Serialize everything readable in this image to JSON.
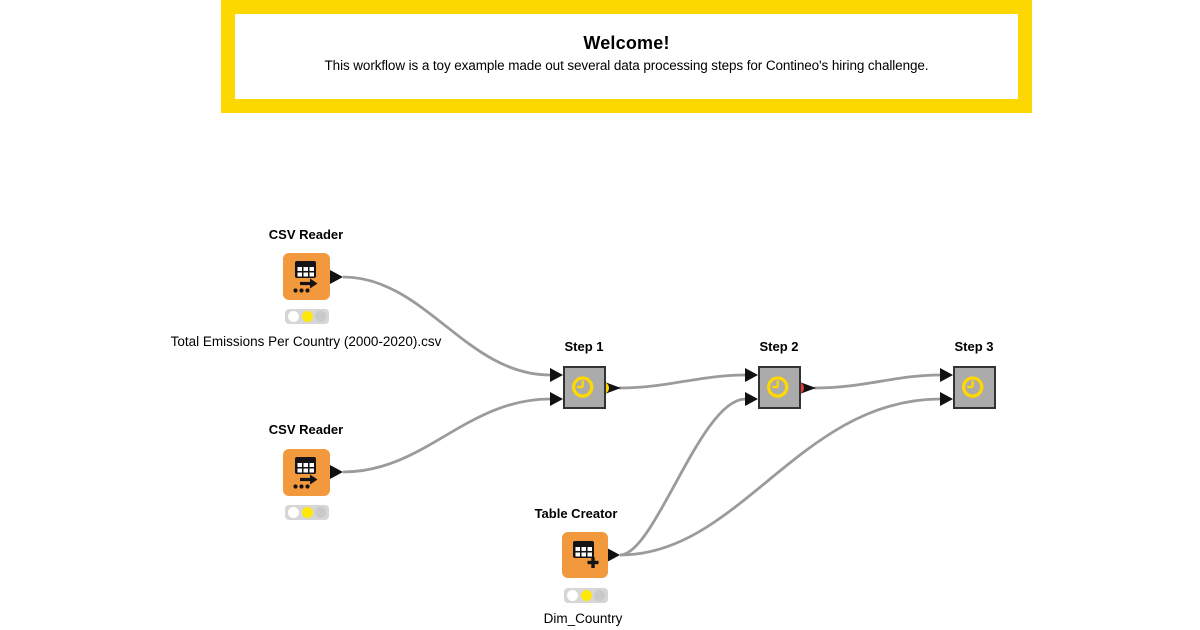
{
  "annotation": {
    "title": "Welcome!",
    "body": "This workflow is a toy example made out several data processing steps for Contineo's hiring challenge."
  },
  "nodes": [
    {
      "id": "csv-reader-1",
      "title": "CSV Reader",
      "label": "Total Emissions Per Country (2000-2020).csv",
      "icon": "table-arrow-icon",
      "traffic_light": [
        "off",
        "yellow",
        "off"
      ]
    },
    {
      "id": "csv-reader-2",
      "title": "CSV Reader",
      "label": "",
      "icon": "table-arrow-icon",
      "traffic_light": [
        "off",
        "yellow",
        "off"
      ]
    },
    {
      "id": "table-creator",
      "title": "Table Creator",
      "label": "Dim_Country",
      "icon": "table-plus-icon",
      "traffic_light": [
        "off",
        "yellow",
        "off"
      ]
    },
    {
      "id": "step-1",
      "title": "Step 1",
      "icon": "clock-icon",
      "output_state_dot": "yellow"
    },
    {
      "id": "step-2",
      "title": "Step 2",
      "icon": "clock-icon",
      "output_state_dot": "red"
    },
    {
      "id": "step-3",
      "title": "Step 3",
      "icon": "clock-icon",
      "output_state_dot": ""
    }
  ],
  "colors": {
    "annotation_border": "#fdd800",
    "source_node_fill": "#f2993d",
    "step_node_fill": "#ababab",
    "step_node_border": "#333333",
    "connection": "#9b9b9b",
    "traffic_light_yellow": "#ffe70a",
    "step1_output_dot": "#ffd800",
    "step2_output_dot": "#e53935",
    "clock_icon": "#ffd800"
  }
}
